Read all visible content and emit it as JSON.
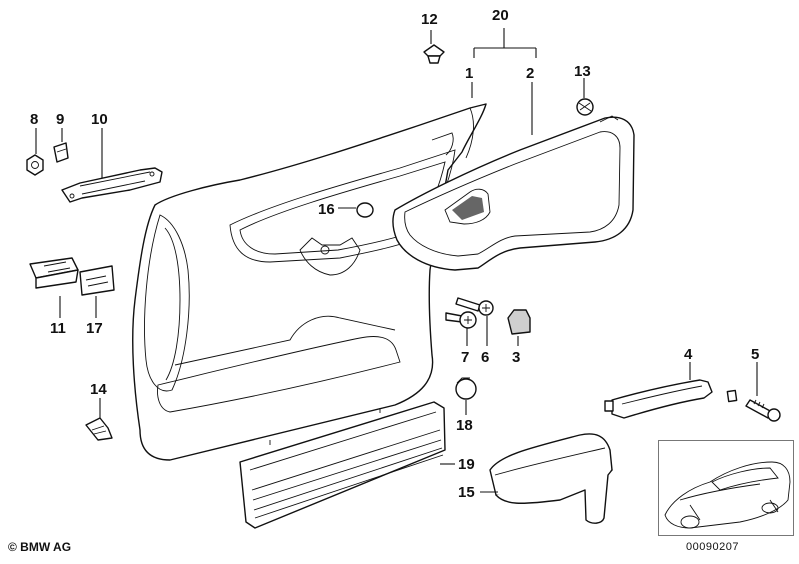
{
  "callouts": [
    {
      "id": "c1",
      "label": "1"
    },
    {
      "id": "c2",
      "label": "2"
    },
    {
      "id": "c3",
      "label": "3"
    },
    {
      "id": "c4",
      "label": "4"
    },
    {
      "id": "c5",
      "label": "5"
    },
    {
      "id": "c6",
      "label": "6"
    },
    {
      "id": "c7",
      "label": "7"
    },
    {
      "id": "c8",
      "label": "8"
    },
    {
      "id": "c9",
      "label": "9"
    },
    {
      "id": "c10",
      "label": "10"
    },
    {
      "id": "c11",
      "label": "11"
    },
    {
      "id": "c12",
      "label": "12"
    },
    {
      "id": "c13",
      "label": "13"
    },
    {
      "id": "c14",
      "label": "14"
    },
    {
      "id": "c15",
      "label": "15"
    },
    {
      "id": "c16",
      "label": "16"
    },
    {
      "id": "c17",
      "label": "17"
    },
    {
      "id": "c18",
      "label": "18"
    },
    {
      "id": "c19",
      "label": "19"
    },
    {
      "id": "c20",
      "label": "20"
    }
  ],
  "footer": {
    "copyright": "© BMW AG",
    "document_number": "00090207"
  }
}
